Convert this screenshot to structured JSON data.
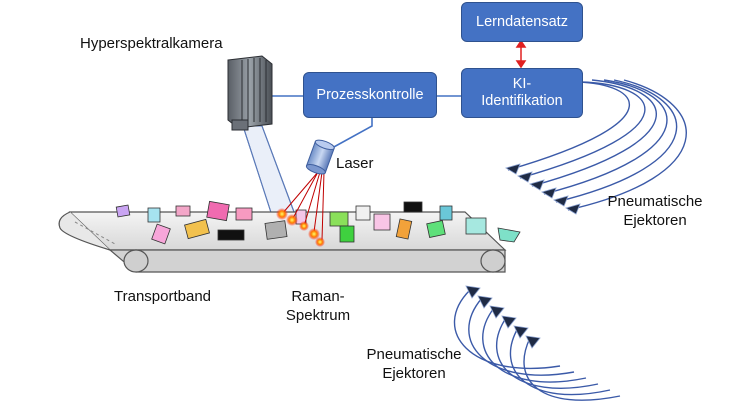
{
  "labels": {
    "camera": "Hyperspektralkamera",
    "laser": "Laser",
    "conveyor": "Transportband",
    "raman": [
      "Raman-",
      "Spektrum"
    ],
    "ejectors_right": [
      "Pneumatische",
      "Ejektoren"
    ],
    "ejectors_bottom": [
      "Pneumatische",
      "Ejektoren"
    ]
  },
  "boxes": {
    "process_control": "Prozesskontrolle",
    "ai_identification": [
      "KI-",
      "Identifikation"
    ],
    "training_data": "Lerndatensatz"
  },
  "colors": {
    "box_fill": "#4472c4",
    "box_border": "#2f528f",
    "connector": "#4472c4",
    "bidirectional_arrow": "#e02020",
    "laser_beam": "#c00000",
    "ejector_line": "#3b5aa8"
  },
  "icons": {
    "camera": "hyperspectral-camera-icon",
    "laser": "laser-cylinder-icon",
    "ejector": "air-nozzle-icon"
  }
}
